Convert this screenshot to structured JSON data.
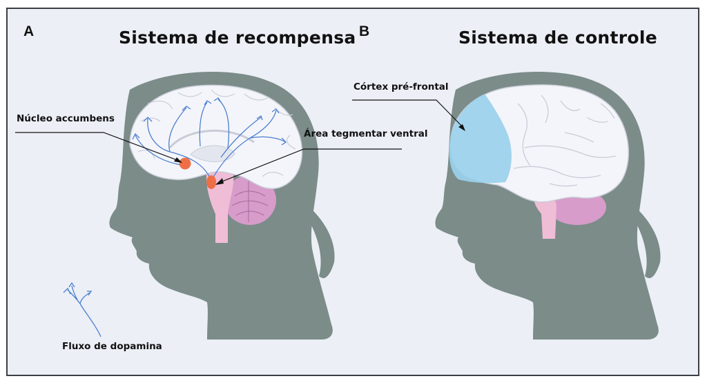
{
  "panel_a": {
    "letter": "A",
    "title": "Sistema de recompensa",
    "labels": {
      "nucleus_accumbens": "Núcleo accumbens",
      "ventral_tegmental_area": "Área tegmentar ventral",
      "dopamine_flow": "Fluxo de dopamina"
    }
  },
  "panel_b": {
    "letter": "B",
    "title": "Sistema de controle",
    "labels": {
      "prefrontal_cortex": "Córtex pré-frontal"
    }
  },
  "colors": {
    "background": "#eceff6",
    "frame": "#3a3f44",
    "silhouette": "#7b8c89",
    "brain": "#f4f5fa",
    "brain_folds": "#c8ccd8",
    "brainstem": "#f0bdd6",
    "cerebellum": "#d79cc9",
    "dopamine_pathway": "#4a7fd0",
    "nucleus_marker": "#ee6f45",
    "prefrontal_highlight": "#9ad0ec"
  }
}
